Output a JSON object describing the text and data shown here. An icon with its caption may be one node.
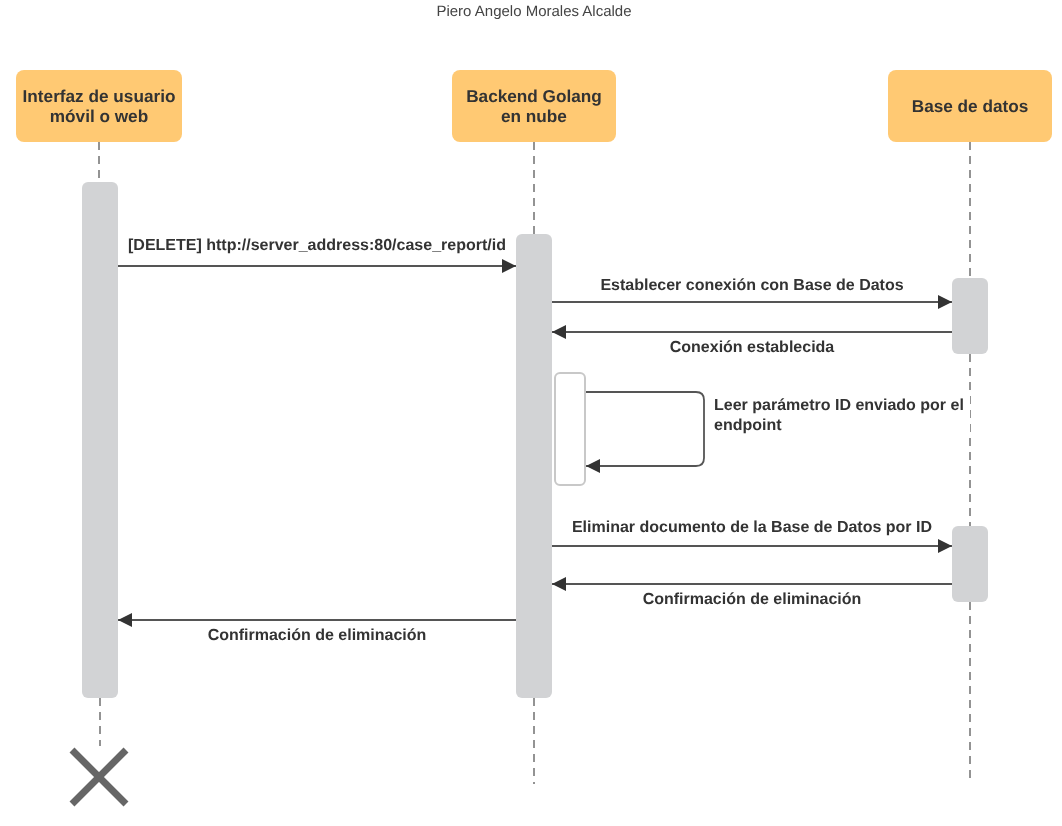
{
  "diagram": {
    "nodes": [
      {
        "text": [
          "Interfaz de usuario móvil o web"
        ]
      },
      {
        "text": [
          "Backend Golang en nube"
        ]
      },
      {
        "text": [
          "Base de datos"
        ]
      },
      {
        "text": [],
        "shape": "bar"
      },
      {
        "text": [],
        "shape": "bar"
      },
      {
        "text": [],
        "shape": "bar"
      },
      {
        "text": [],
        "shape": "box"
      },
      {
        "text": [],
        "shape": "bar"
      },
      {
        "text": [],
        "shape": "cross"
      }
    ],
    "edges": [
      {
        "from": 3,
        "to": 4,
        "arrow": "to",
        "label": "[DELETE] http://server_address:80/case_report/id"
      },
      {
        "from": 4,
        "to": 5,
        "arrow": "to",
        "label": "Establecer conexión con Base de Datos"
      },
      {
        "from": 5,
        "to": 4,
        "arrow": "to",
        "label": "Conexión establecida"
      },
      {
        "from": 6,
        "to": 6,
        "arrow": "to",
        "label": "Leer parámetro ID enviado por el endpoint"
      },
      {
        "from": 4,
        "to": 7,
        "arrow": "to",
        "label": "Eliminar documento de la Base de Datos por ID"
      },
      {
        "from": 7,
        "to": 4,
        "arrow": "to",
        "label": "Confirmación de eliminación"
      },
      {
        "from": 4,
        "to": 3,
        "arrow": "to",
        "label": "Confirmación de eliminación"
      },
      {
        "from": 0,
        "to": 3,
        "arrow": "none",
        "style": "dashed",
        "color": "#888888"
      },
      {
        "from": 3,
        "to": 8,
        "arrow": "none",
        "style": "dashed",
        "color": "#888888"
      },
      {
        "from": 1,
        "to": 4,
        "arrow": "none",
        "style": "dashed",
        "color": "#888888"
      },
      {
        "from": 4,
        "to": null,
        "arrow": "none",
        "style": "dashed",
        "color": "#888888"
      },
      {
        "from": 2,
        "to": 5,
        "arrow": "none",
        "style": "dashed",
        "color": "#888888"
      },
      {
        "from": 5,
        "to": 7,
        "arrow": "none",
        "style": "dashed",
        "color": "#888888"
      },
      {
        "from": 7,
        "to": null,
        "arrow": "none",
        "style": "dashed",
        "color": "#888888"
      }
    ],
    "labels": [
      "Piero Angelo Morales Alcalde"
    ]
  }
}
